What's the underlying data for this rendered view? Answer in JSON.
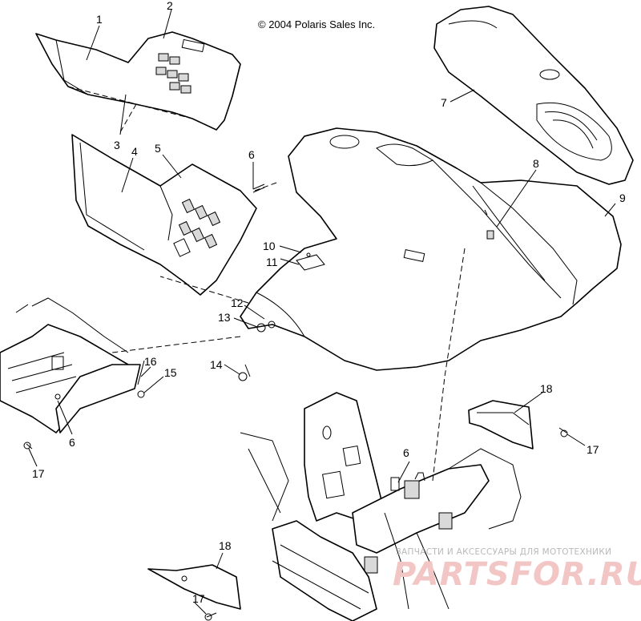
{
  "copyright": "© 2004 Polaris Sales Inc.",
  "callouts": [
    {
      "id": "c1",
      "label": "1"
    },
    {
      "id": "c2",
      "label": "2"
    },
    {
      "id": "c3",
      "label": "3"
    },
    {
      "id": "c4",
      "label": "4"
    },
    {
      "id": "c5",
      "label": "5"
    },
    {
      "id": "c6a",
      "label": "6"
    },
    {
      "id": "c7",
      "label": "7"
    },
    {
      "id": "c8",
      "label": "8"
    },
    {
      "id": "c9",
      "label": "9"
    },
    {
      "id": "c10",
      "label": "10"
    },
    {
      "id": "c11",
      "label": "11"
    },
    {
      "id": "c12",
      "label": "12"
    },
    {
      "id": "c13",
      "label": "13"
    },
    {
      "id": "c14",
      "label": "14"
    },
    {
      "id": "c15",
      "label": "15"
    },
    {
      "id": "c16",
      "label": "16"
    },
    {
      "id": "c6b",
      "label": "6"
    },
    {
      "id": "c17a",
      "label": "17"
    },
    {
      "id": "c18a",
      "label": "18"
    },
    {
      "id": "c17b",
      "label": "17"
    },
    {
      "id": "c6c",
      "label": "6"
    },
    {
      "id": "c18b",
      "label": "18"
    },
    {
      "id": "c17c",
      "label": "17"
    }
  ],
  "watermark": {
    "tagline": "ЗАПЧАСТИ И АКСЕССУАРЫ ДЛЯ МОТОТЕХНИКИ",
    "brand": "PARTSFOR.RU"
  }
}
